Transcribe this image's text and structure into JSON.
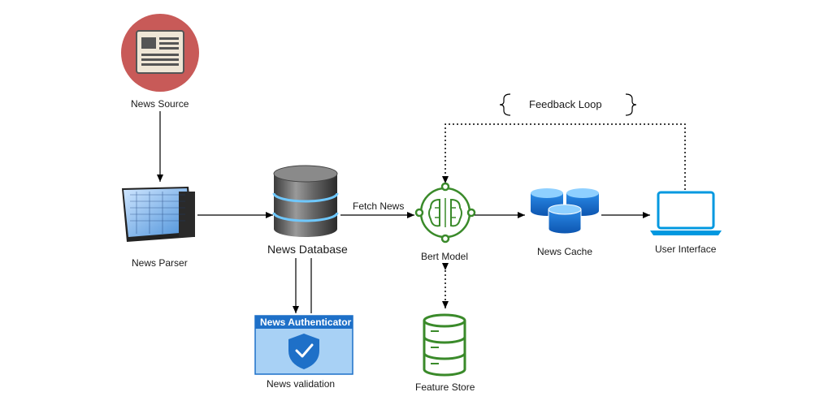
{
  "nodes": {
    "news_source": "News Source",
    "news_parser": "News Parser",
    "news_database": "News Database",
    "authenticator_header": "News Authenticator",
    "news_validation": "News validation",
    "bert_model": "Bert Model",
    "feature_store": "Feature Store",
    "news_cache": "News Cache",
    "user_interface": "User Interface"
  },
  "edges": {
    "fetch_news": "Fetch News",
    "feedback_loop": "Feedback Loop"
  },
  "colors": {
    "source_circle": "#c85a58",
    "authenticator_blue": "#1e70c8",
    "bert_green": "#3a8a2a",
    "cache_blue": "#1976d2",
    "ui_blue": "#0098e0"
  }
}
